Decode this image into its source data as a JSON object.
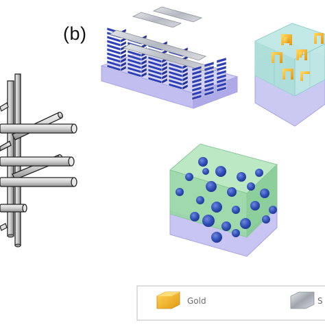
{
  "panel_label": "(b)",
  "legend": {
    "items": [
      {
        "label": "Gold",
        "swatch_color": "#f4b321",
        "icon": "gold-swatch-icon"
      },
      {
        "label": "S",
        "swatch_color": "#b8bcc6",
        "icon": "silver-swatch-icon"
      }
    ]
  },
  "colors": {
    "substrate": "#b9b6ee",
    "bar_blue": "#2f3fb8",
    "bar_metal": "#c4c8cf",
    "cube_green": "#9ad6a6",
    "sphere_blue": "#2f4fb5",
    "box_cyan": "#bfe6e6",
    "srr_gold": "#e0a51e"
  }
}
